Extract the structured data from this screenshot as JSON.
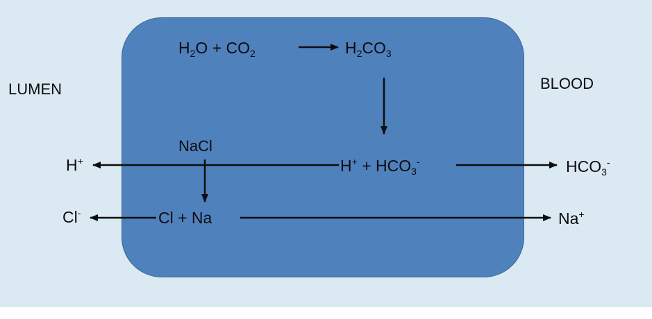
{
  "regions": {
    "lumen": "LUMEN",
    "blood": "BLOOD"
  },
  "reaction": {
    "water": "H",
    "water_sub": "2",
    "water_tail": "O + CO",
    "co2_sub": "2",
    "carbonic_h": "H",
    "carbonic_sub1": "2",
    "carbonic_mid": "CO",
    "carbonic_sub2": "3"
  },
  "dissociation": {
    "h": "H",
    "h_sup": "+",
    "plus": " + HCO",
    "hco3_sub": "3",
    "hco3_sup": "-"
  },
  "salt": {
    "nacl": "NaCl",
    "split": "Cl + Na"
  },
  "lumen_side": {
    "h": "H",
    "h_sup": "+",
    "cl": "Cl",
    "cl_sup": "-"
  },
  "blood_side": {
    "hco3": "HCO",
    "hco3_sub": "3",
    "hco3_sup": "-",
    "na": "Na",
    "na_sup": "+"
  },
  "colors": {
    "background": "#dbe9f2",
    "cell_fill": "#4f81bd",
    "cell_border": "#3a6696",
    "arrow": "#0d0d0d"
  }
}
